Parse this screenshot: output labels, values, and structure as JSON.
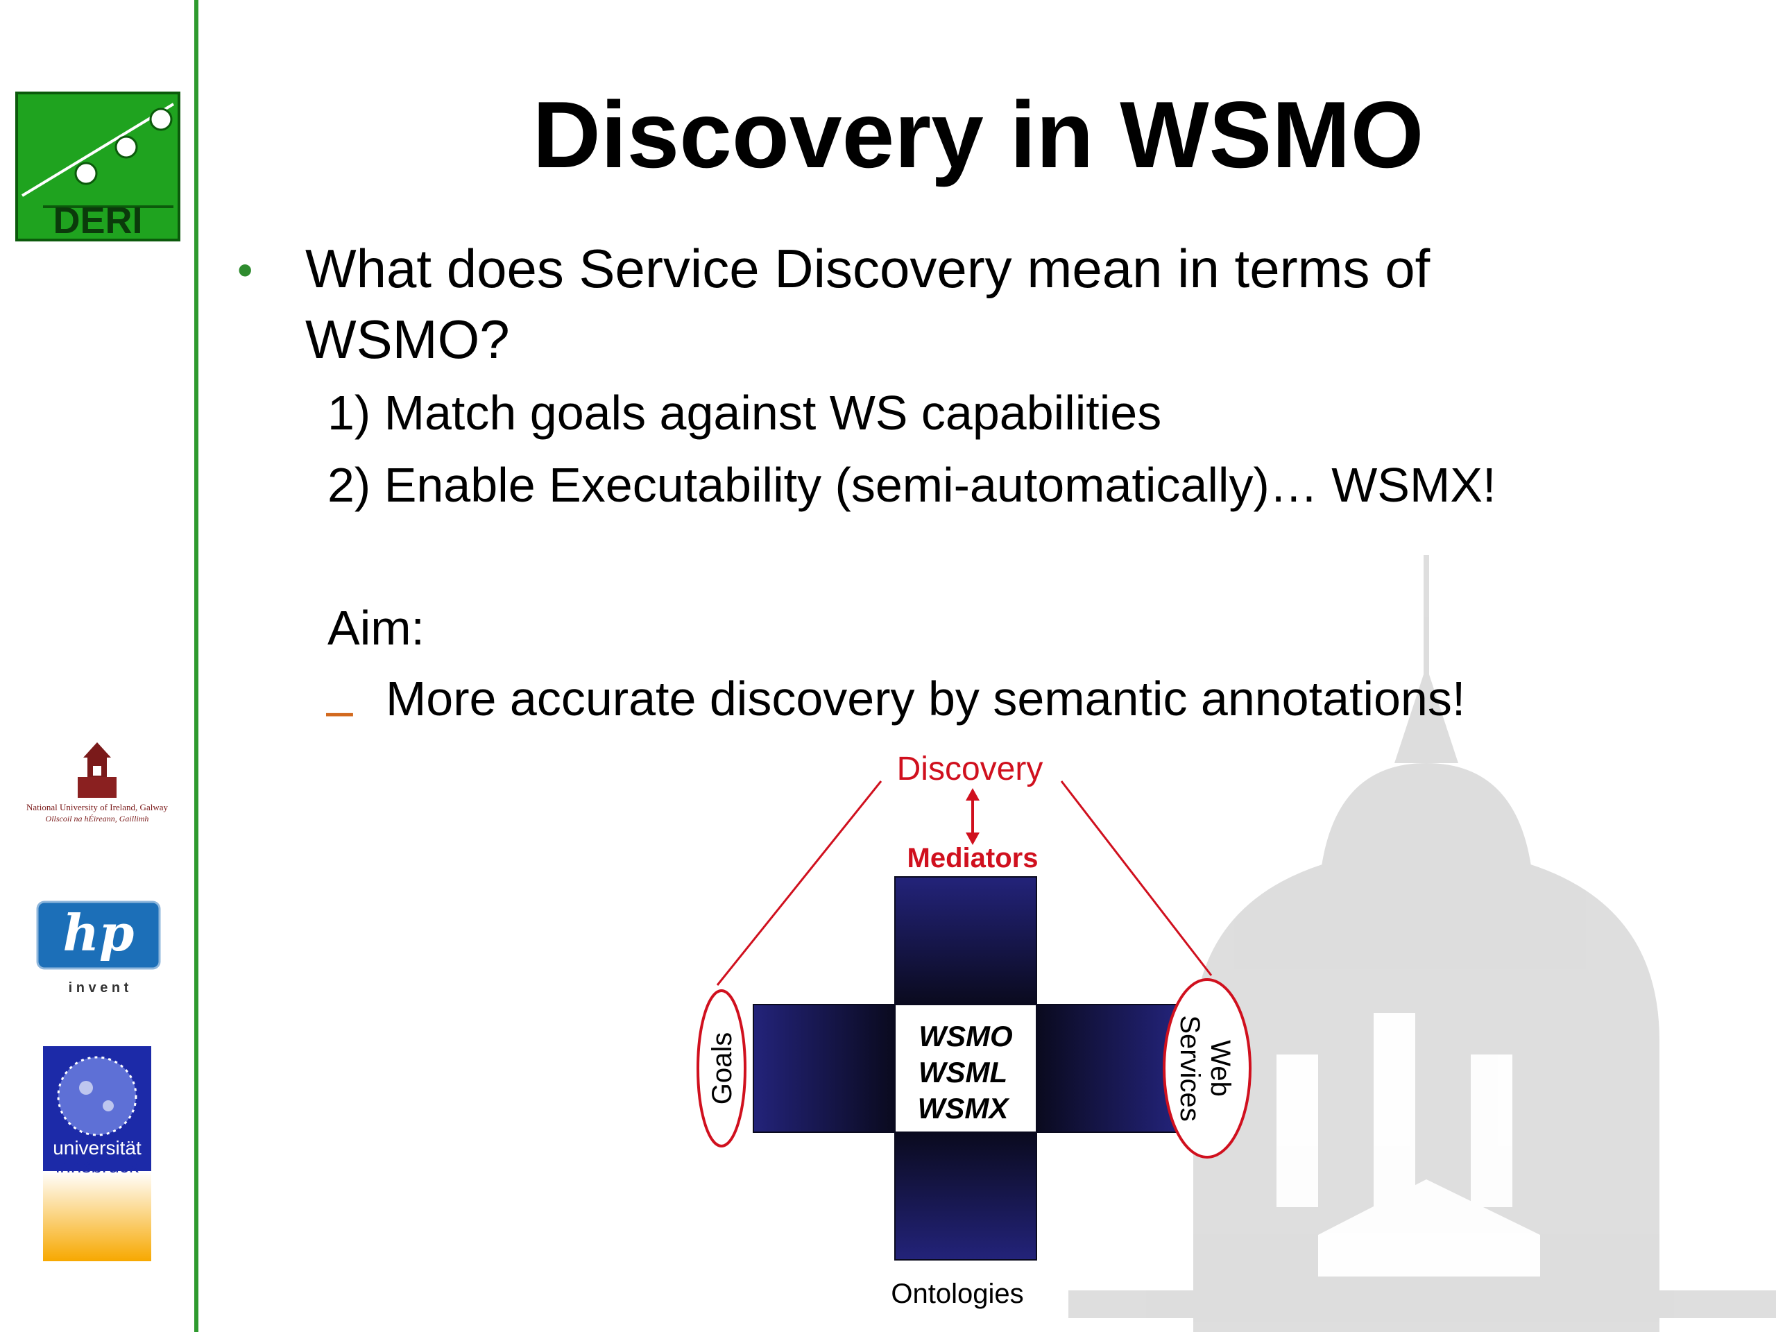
{
  "logos": {
    "deri": "DERI",
    "nuig_line1": "National University of Ireland, Galway",
    "nuig_line2": "Ollscoil na hÉireann, Gaillimh",
    "hp": "hp",
    "hp_tagline": "i n v e n t",
    "innsbruck_line1": "universität",
    "innsbruck_line2": "innsbruck"
  },
  "slide": {
    "title": "Discovery in WSMO",
    "bullet": "What does Service Discovery mean in terms of WSMO?",
    "sub_items": [
      "1) Match goals against WS capabilities",
      "2) Enable Executability (semi-automatically)… WSMX!"
    ],
    "aim_label": "Aim:",
    "aim_item": "More accurate discovery by semantic annotations!"
  },
  "diagram": {
    "discovery": "Discovery",
    "mediators": "Mediators",
    "goals": "Goals",
    "web": "Web",
    "services": "Services",
    "ontologies": "Ontologies",
    "center_lines": [
      "WSMO",
      "WSML",
      "WSMX"
    ]
  },
  "colors": {
    "sidebar_green": "#2e9a2e",
    "accent_red": "#d0101e",
    "block_navy": "#23237a"
  }
}
